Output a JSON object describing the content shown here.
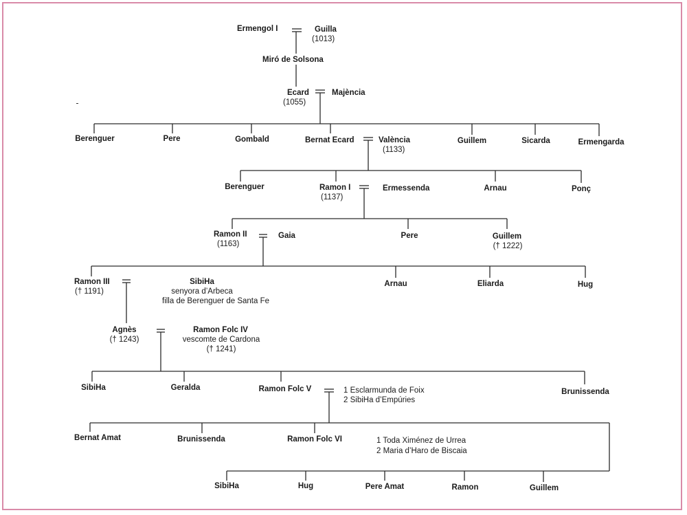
{
  "people": {
    "ermengol_i": "Ermengol I",
    "guilla": "Guilla",
    "guilla_date": "(1013)",
    "miro": "Miró de Solsona",
    "ecard": "Ecard",
    "ecard_date": "(1055)",
    "majencia": "Majència",
    "berenguer_1": "Berenguer",
    "pere_1": "Pere",
    "gombald": "Gombald",
    "bernat_ecard": "Bernat Ecard",
    "valencia": "València",
    "valencia_date": "(1133)",
    "guillem_1": "Guillem",
    "sicarda": "Sicarda",
    "ermengarda": "Ermengarda",
    "berenguer_2": "Berenguer",
    "ramon_i": "Ramon I",
    "ramon_i_date": "(1137)",
    "ermessenda": "Ermessenda",
    "arnau_1": "Arnau",
    "ponc": "Ponç",
    "ramon_ii": "Ramon II",
    "ramon_ii_date": "(1163)",
    "gaia": "Gaia",
    "pere_2": "Pere",
    "guillem_2": "Guillem",
    "guillem_2_date": "(† 1222)",
    "ramon_iii": "Ramon III",
    "ramon_iii_date": "(† 1191)",
    "sibilla_1": "SibiHa",
    "sibilla_1_line2": "senyora d’Arbeca",
    "sibilla_1_line3": "filla de Berenguer de Santa Fe",
    "arnau_2": "Arnau",
    "eliarda": "Eliarda",
    "hug_1": "Hug",
    "agnes": "Agnès",
    "agnes_date": "(† 1243)",
    "ramon_folc_iv": "Ramon Folc IV",
    "ramon_folc_iv_line2": "vescomte de Cardona",
    "ramon_folc_iv_date": "(† 1241)",
    "sibilla_2": "SibiHa",
    "geralda": "Geralda",
    "ramon_folc_v": "Ramon Folc V",
    "spouse_v_1": "1 Esclarmunda de Foix",
    "spouse_v_2": "2 SibiHa d’Empúries",
    "brunissenda_1": "Brunissenda",
    "bernat_amat": "Bernat Amat",
    "brunissenda_2": "Brunissenda",
    "ramon_folc_vi": "Ramon Folc VI",
    "spouse_vi_1": "1 Toda Ximénez de Urrea",
    "spouse_vi_2": "2 Maria d’Haro de Biscaia",
    "sibilla_3": "SibiHa",
    "hug_2": "Hug",
    "pere_amat": "Pere Amat",
    "ramon": "Ramon",
    "guillem_3": "Guillem"
  },
  "colors": {
    "frame": "#d98aa8",
    "line": "#2a2a2a",
    "text": "#1a1a1a"
  }
}
